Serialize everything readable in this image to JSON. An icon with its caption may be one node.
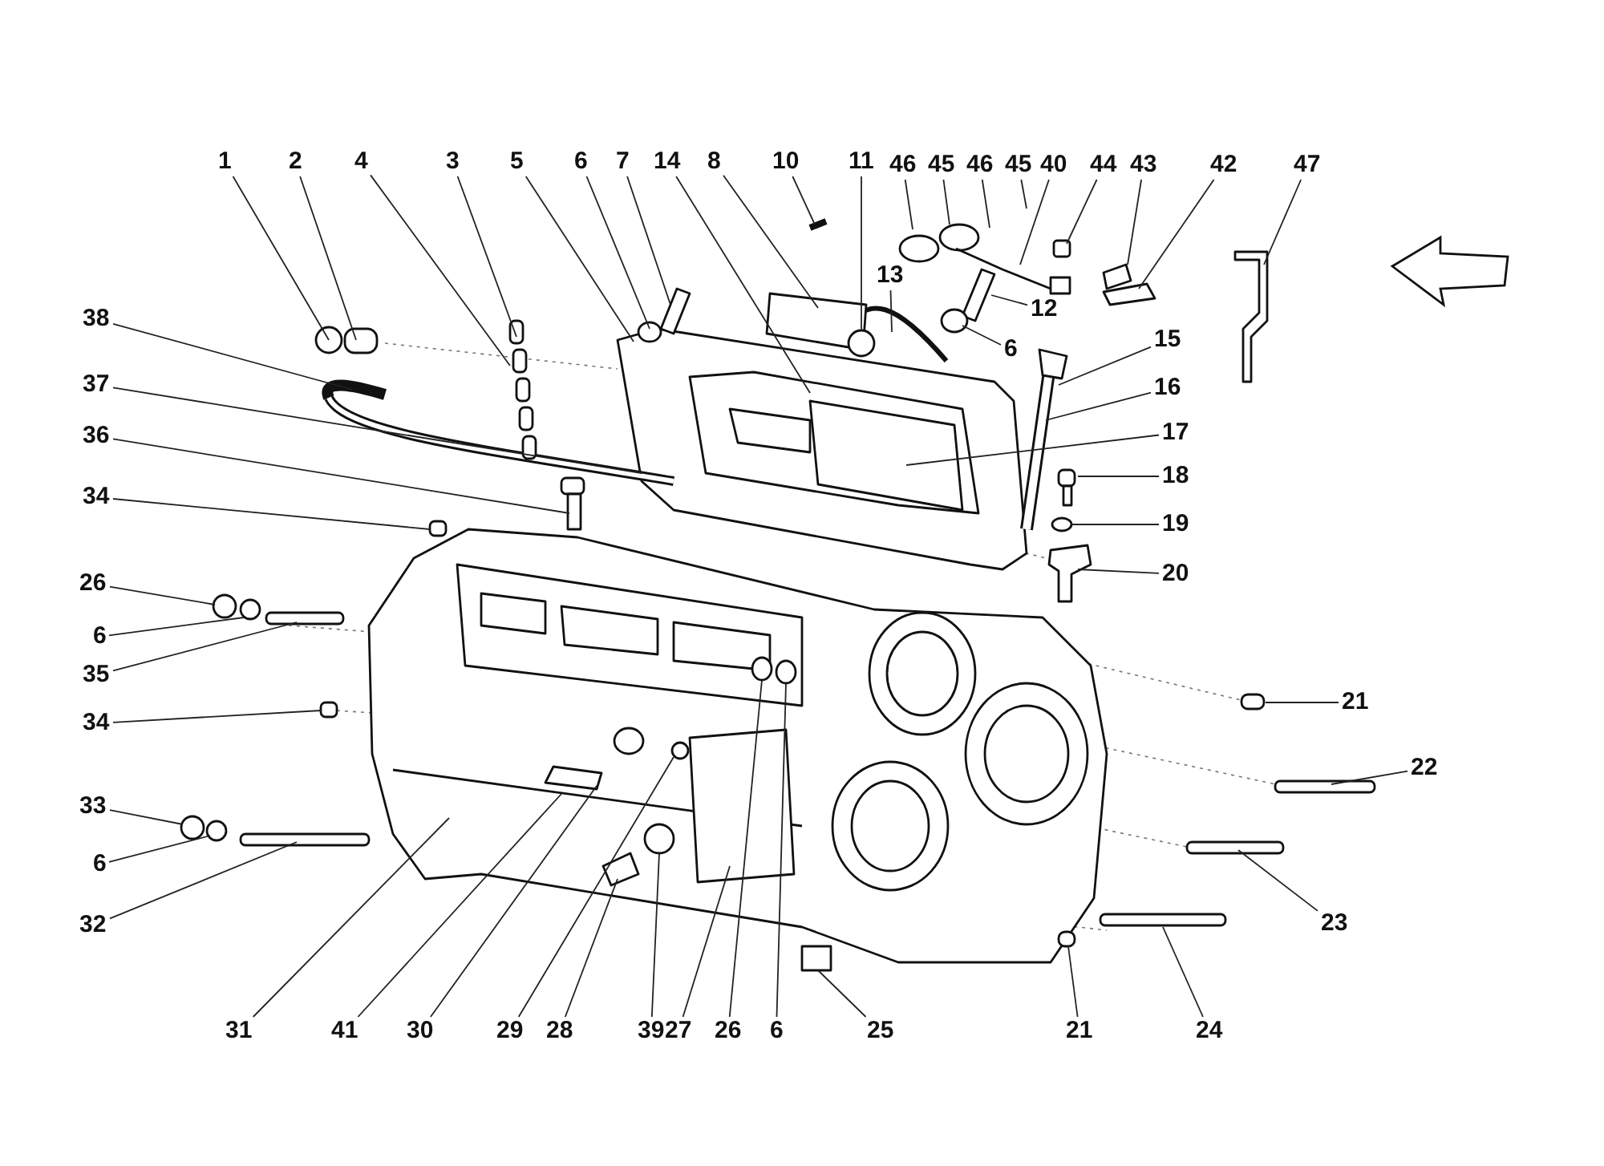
{
  "diagram": {
    "nodes": [
      {
        "text": [
          "1"
        ]
      },
      {
        "text": [
          "2"
        ]
      },
      {
        "text": [
          "4"
        ]
      },
      {
        "text": [
          "3"
        ]
      },
      {
        "text": [
          "5"
        ]
      },
      {
        "text": [
          "6"
        ]
      },
      {
        "text": [
          "7"
        ]
      },
      {
        "text": [
          "14"
        ]
      },
      {
        "text": [
          "8"
        ]
      },
      {
        "text": [
          "10"
        ]
      },
      {
        "text": [
          "11"
        ]
      },
      {
        "text": [
          "46"
        ]
      },
      {
        "text": [
          "45"
        ]
      },
      {
        "text": [
          "46"
        ]
      },
      {
        "text": [
          "45"
        ]
      },
      {
        "text": [
          "40"
        ]
      },
      {
        "text": [
          "44"
        ]
      },
      {
        "text": [
          "43"
        ]
      },
      {
        "text": [
          "42"
        ]
      },
      {
        "text": [
          "47"
        ]
      },
      {
        "text": [
          "13"
        ]
      },
      {
        "text": [
          "12"
        ]
      },
      {
        "text": [
          "6"
        ]
      },
      {
        "text": [
          "38"
        ]
      },
      {
        "text": [
          "15"
        ]
      },
      {
        "text": [
          "37"
        ]
      },
      {
        "text": [
          "16"
        ]
      },
      {
        "text": [
          "17"
        ]
      },
      {
        "text": [
          "36"
        ]
      },
      {
        "text": [
          "18"
        ]
      },
      {
        "text": [
          "34"
        ]
      },
      {
        "text": [
          "19"
        ]
      },
      {
        "text": [
          "20"
        ]
      },
      {
        "text": [
          "26"
        ]
      },
      {
        "text": [
          "6"
        ]
      },
      {
        "text": [
          "35"
        ]
      },
      {
        "text": [
          "34"
        ]
      },
      {
        "text": [
          "21"
        ]
      },
      {
        "text": [
          "22"
        ]
      },
      {
        "text": [
          "33"
        ]
      },
      {
        "text": [
          "6"
        ]
      },
      {
        "text": [
          "32"
        ]
      },
      {
        "text": [
          "23"
        ]
      },
      {
        "text": [
          "31"
        ]
      },
      {
        "text": [
          "41"
        ]
      },
      {
        "text": [
          "30"
        ]
      },
      {
        "text": [
          "29"
        ]
      },
      {
        "text": [
          "28"
        ]
      },
      {
        "text": [
          "39"
        ]
      },
      {
        "text": [
          "27"
        ]
      },
      {
        "text": [
          "26"
        ]
      },
      {
        "text": [
          "6"
        ]
      },
      {
        "text": [
          "25"
        ]
      },
      {
        "text": [
          "21"
        ]
      },
      {
        "text": [
          "24"
        ]
      }
    ],
    "edges": [
      {
        "from": 0,
        "to": null,
        "arrow": "none"
      },
      {
        "from": 1,
        "to": null,
        "arrow": "none"
      },
      {
        "from": 2,
        "to": null,
        "arrow": "none"
      },
      {
        "from": 3,
        "to": null,
        "arrow": "none"
      },
      {
        "from": 4,
        "to": null,
        "arrow": "none"
      },
      {
        "from": 5,
        "to": null,
        "arrow": "none"
      },
      {
        "from": 6,
        "to": null,
        "arrow": "none"
      },
      {
        "from": 7,
        "to": null,
        "arrow": "none"
      },
      {
        "from": 8,
        "to": null,
        "arrow": "none"
      },
      {
        "from": 9,
        "to": null,
        "arrow": "none"
      },
      {
        "from": 10,
        "to": null,
        "arrow": "none"
      },
      {
        "from": 11,
        "to": null,
        "arrow": "none"
      },
      {
        "from": 12,
        "to": null,
        "arrow": "none"
      },
      {
        "from": 13,
        "to": null,
        "arrow": "none"
      },
      {
        "from": 14,
        "to": null,
        "arrow": "none"
      },
      {
        "from": 15,
        "to": null,
        "arrow": "none"
      },
      {
        "from": 16,
        "to": null,
        "arrow": "none"
      },
      {
        "from": 17,
        "to": null,
        "arrow": "none"
      },
      {
        "from": 18,
        "to": null,
        "arrow": "none"
      },
      {
        "from": 19,
        "to": null,
        "arrow": "none"
      },
      {
        "from": 20,
        "to": null,
        "arrow": "none"
      },
      {
        "from": 21,
        "to": null,
        "arrow": "none"
      },
      {
        "from": 22,
        "to": null,
        "arrow": "none"
      },
      {
        "from": 23,
        "to": null,
        "arrow": "none"
      },
      {
        "from": 24,
        "to": null,
        "arrow": "none"
      },
      {
        "from": 25,
        "to": null,
        "arrow": "none"
      },
      {
        "from": 26,
        "to": null,
        "arrow": "none"
      },
      {
        "from": 27,
        "to": null,
        "arrow": "none"
      },
      {
        "from": 28,
        "to": null,
        "arrow": "none"
      },
      {
        "from": 29,
        "to": null,
        "arrow": "none"
      },
      {
        "from": 30,
        "to": null,
        "arrow": "none"
      },
      {
        "from": 31,
        "to": null,
        "arrow": "none"
      },
      {
        "from": 32,
        "to": null,
        "arrow": "none"
      },
      {
        "from": 33,
        "to": null,
        "arrow": "none"
      },
      {
        "from": 34,
        "to": null,
        "arrow": "none"
      },
      {
        "from": 35,
        "to": null,
        "arrow": "none"
      },
      {
        "from": 36,
        "to": null,
        "arrow": "none"
      },
      {
        "from": 37,
        "to": null,
        "arrow": "none"
      },
      {
        "from": 38,
        "to": null,
        "arrow": "none"
      },
      {
        "from": 39,
        "to": null,
        "arrow": "none"
      },
      {
        "from": 40,
        "to": null,
        "arrow": "none"
      },
      {
        "from": 41,
        "to": null,
        "arrow": "none"
      },
      {
        "from": 42,
        "to": null,
        "arrow": "none"
      },
      {
        "from": 43,
        "to": null,
        "arrow": "none"
      },
      {
        "from": 44,
        "to": null,
        "arrow": "none"
      },
      {
        "from": 45,
        "to": null,
        "arrow": "none"
      },
      {
        "from": 46,
        "to": null,
        "arrow": "none"
      },
      {
        "from": 47,
        "to": null,
        "arrow": "none"
      },
      {
        "from": 48,
        "to": null,
        "arrow": "none"
      },
      {
        "from": 49,
        "to": null,
        "arrow": "none"
      },
      {
        "from": 50,
        "to": null,
        "arrow": "none"
      },
      {
        "from": 51,
        "to": null,
        "arrow": "none"
      },
      {
        "from": 52,
        "to": null,
        "arrow": "none"
      },
      {
        "from": 53,
        "to": null,
        "arrow": "none"
      },
      {
        "from": 54,
        "to": null,
        "arrow": "none"
      }
    ]
  }
}
